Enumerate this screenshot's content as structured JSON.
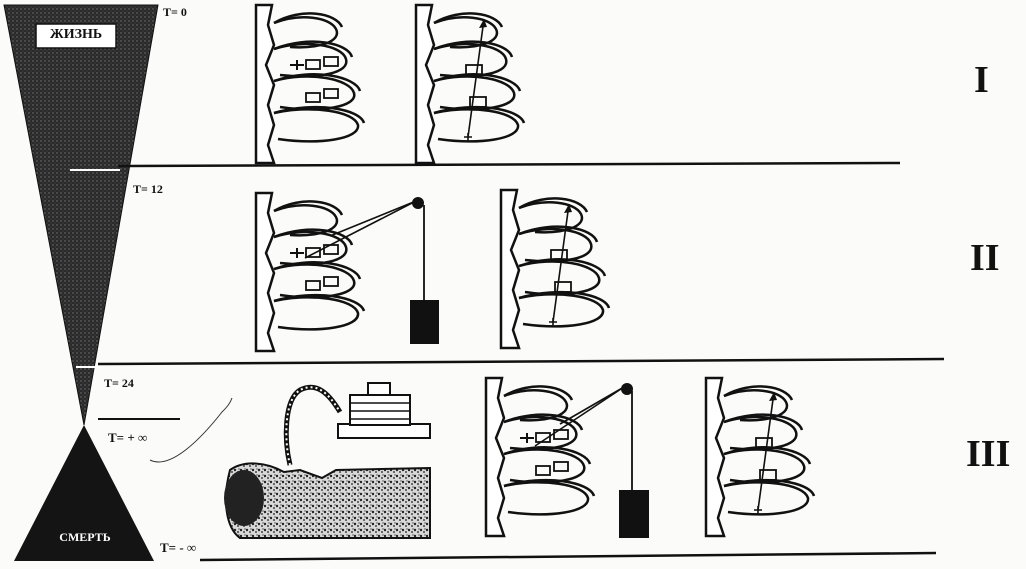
{
  "hourglass": {
    "top_label": "ЖИЗНЬ",
    "bottom_label": "СМЕРТЬ"
  },
  "time_labels": {
    "t0": "T= 0",
    "t12": "T= 12",
    "t24": "T= 24",
    "t_plus_inf": "T= + ∞",
    "t_minus_inf": "T= - ∞"
  },
  "stages": [
    {
      "numeral": "I"
    },
    {
      "numeral": "II"
    },
    {
      "numeral": "III"
    }
  ],
  "colors": {
    "ink": "#111111",
    "paper": "#fbfbf9"
  },
  "icons": [
    "ribcage-splinted-icon",
    "ribcage-fixed-icon",
    "pulley-weight-icon",
    "respirator-icon",
    "patient-icon"
  ]
}
